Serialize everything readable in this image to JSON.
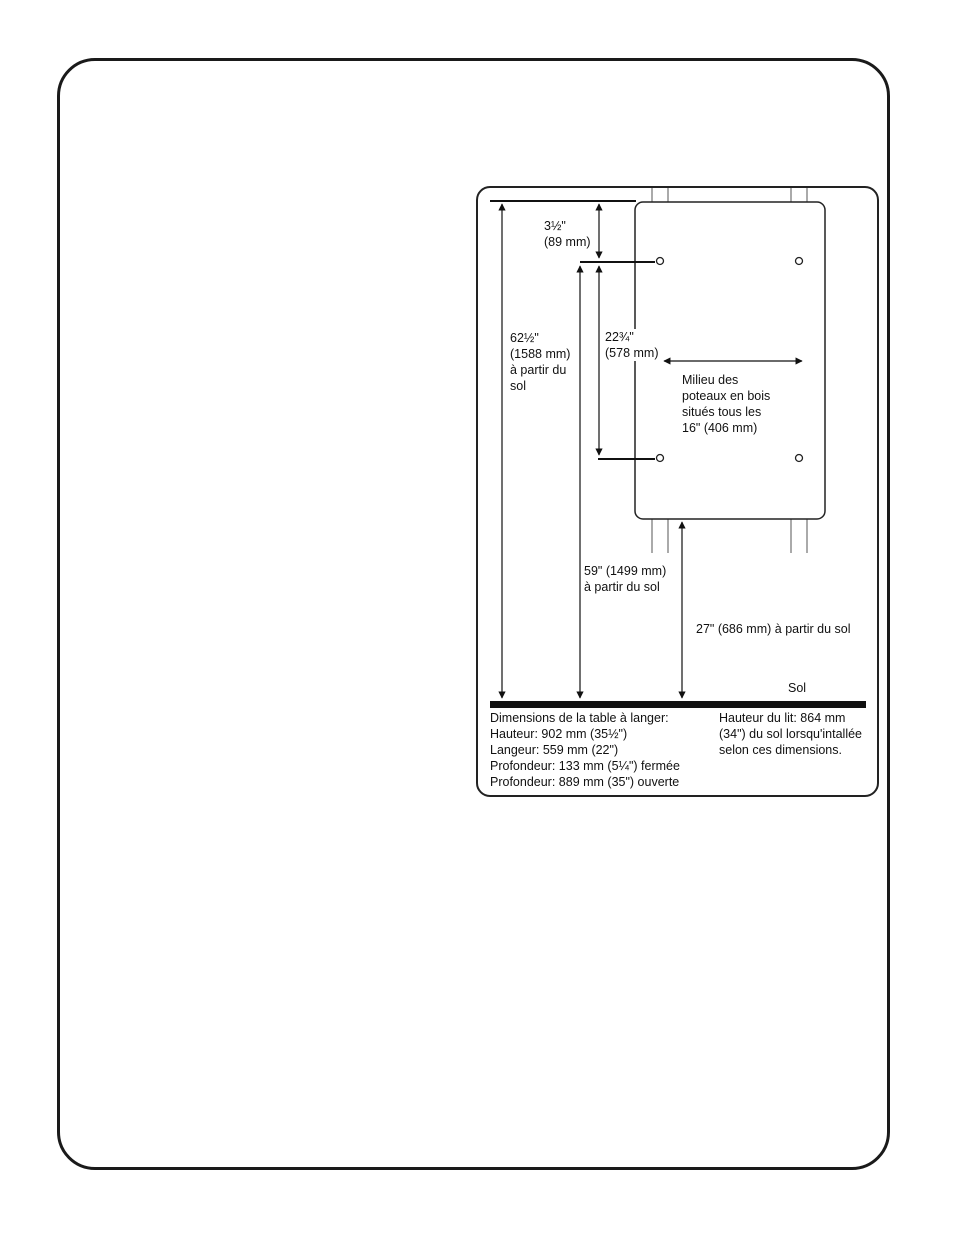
{
  "diagram": {
    "top_gap": {
      "line1": "3½\"",
      "line2": "(89 mm)"
    },
    "total_height": {
      "line1": "62½\"",
      "line2": "(1588 mm)",
      "line3": "à partir du",
      "line4": "sol"
    },
    "bolt_spacing": {
      "line1": "22¾\"",
      "line2": "(578 mm)"
    },
    "studs": {
      "line1": "Milieu des",
      "line2": "poteaux en bois",
      "line3": "situés tous les",
      "line4": "16\" (406 mm)"
    },
    "bolt_height": {
      "line1": "59\" (1499 mm)",
      "line2": "à partir du sol"
    },
    "bottom_height": {
      "text": "27\" (686 mm) à partir du sol"
    },
    "floor_label": "Sol",
    "table_dimensions": {
      "title": "Dimensions de la table à langer:",
      "height": "Hauteur: 902 mm (35½\")",
      "width": "Langeur: 559 mm (22\")",
      "depth_closed": "Profondeur: 133 mm (5¼\") fermée",
      "depth_open": "Profondeur: 889 mm (35\") ouverte"
    },
    "bed_height": {
      "line1": "Hauteur du lit: 864 mm",
      "line2": "(34\") du sol lorsqu'intallée",
      "line3": "selon ces dimensions."
    }
  }
}
